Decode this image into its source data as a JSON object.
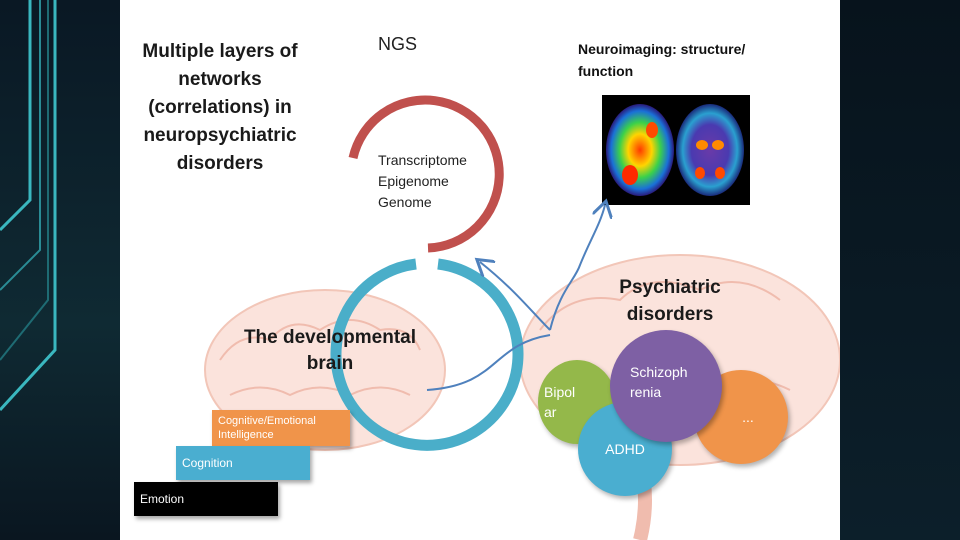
{
  "slide": {
    "title": "Multiple layers of networks (correlations) in neuropsychiatric disorders",
    "ngs_label": "NGS",
    "omics_layers": [
      "Transcriptome",
      "Epigenome",
      "Genome"
    ],
    "neuroimaging_label": "Neuroimaging: structure/ function",
    "developmental_brain_label": "The developmental brain",
    "development_stages": [
      "Cognitive/Emotional Intelligence",
      "Cognition",
      "Emotion"
    ],
    "psychiatric_label": "Psychiatric disorders",
    "disorders": {
      "bipolar": "Bipol ar",
      "schizophrenia": "Schizoph renia",
      "adhd": "ADHD",
      "more": "..."
    }
  },
  "colors": {
    "blue_ring": "#4aaec9",
    "red_ring": "#c0504d",
    "orange": "#f0944a",
    "blue": "#4aaed0",
    "green": "#94b84a",
    "purple": "#7e60a4",
    "arrow": "#4f81bd",
    "accent": "#3ab7bf"
  }
}
